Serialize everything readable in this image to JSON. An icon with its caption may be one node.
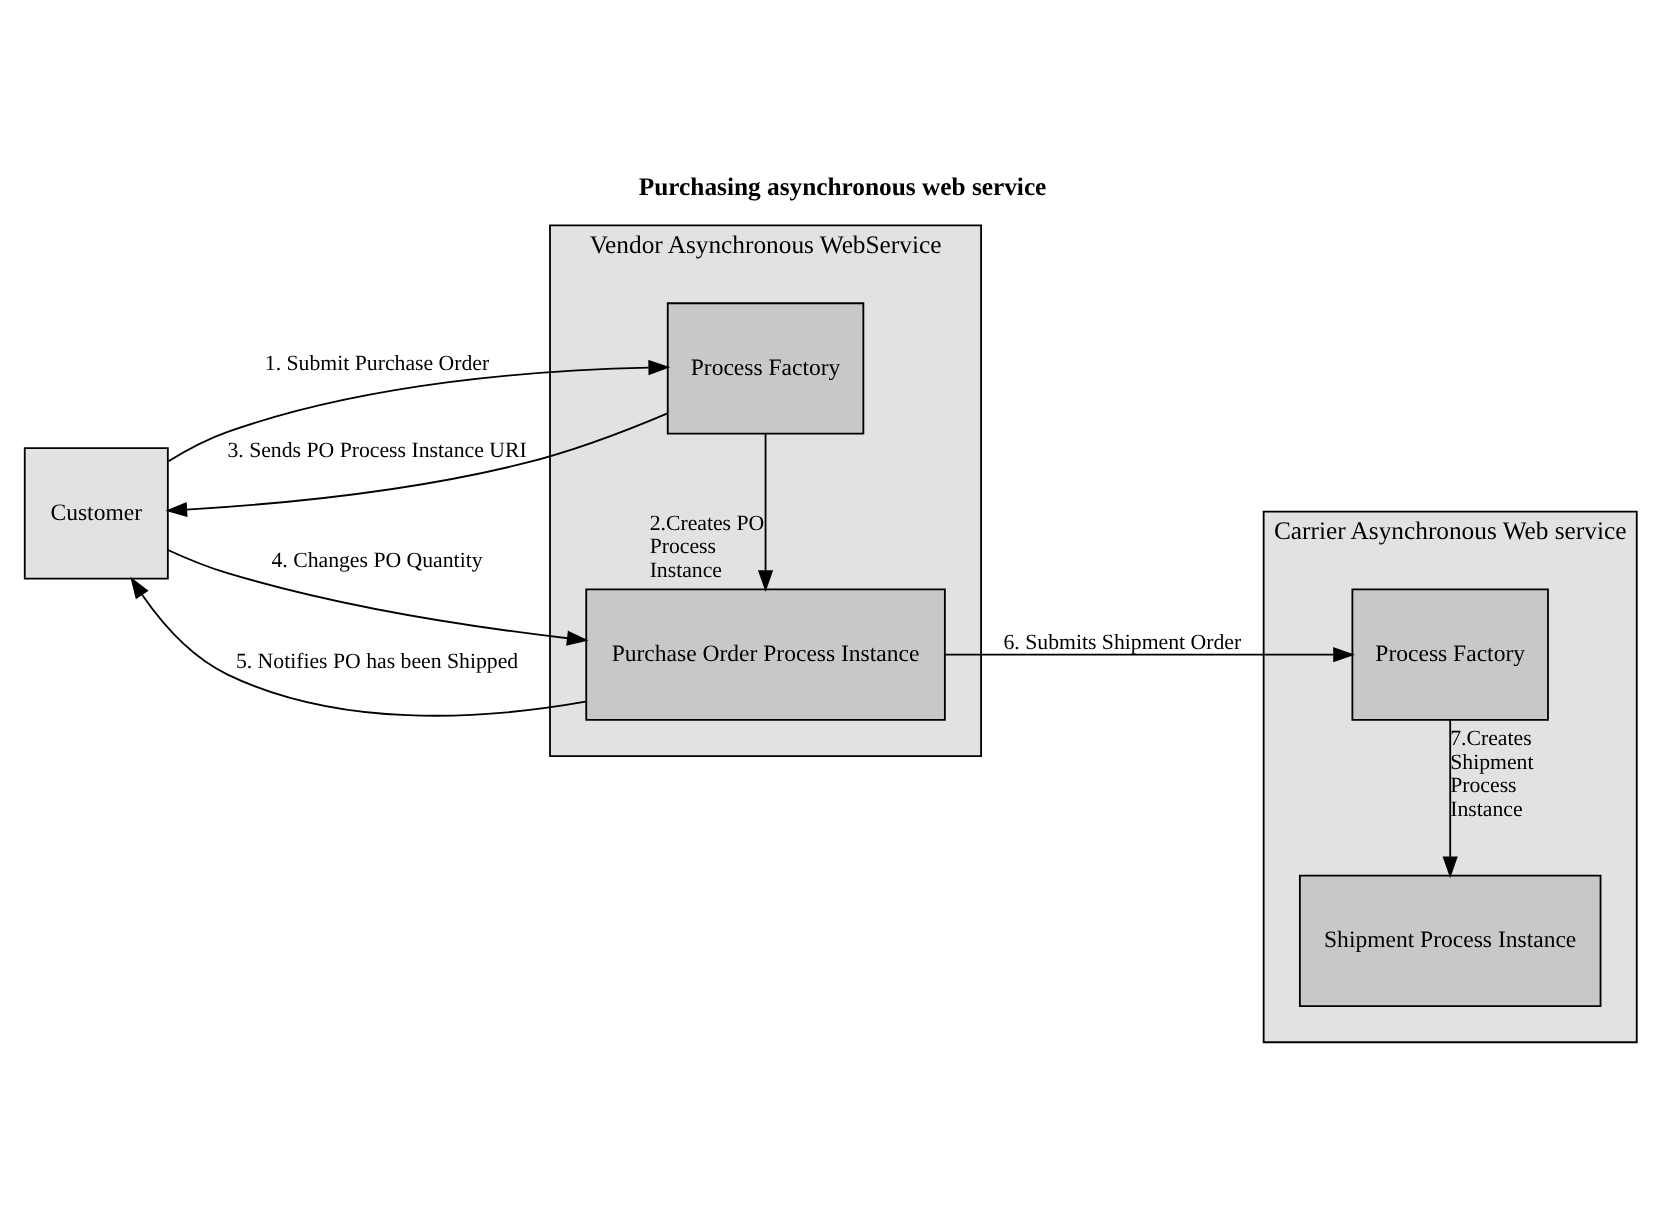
{
  "diagram": {
    "title": "Purchasing asynchronous web service",
    "nodes": [
      {
        "text": [
          "Customer"
        ]
      },
      {
        "text": [
          "Vendor Asynchronous WebService"
        ]
      },
      {
        "text": [
          "Process Factory"
        ],
        "in": 1
      },
      {
        "text": [
          "Purchase Order Process Instance"
        ],
        "in": 1
      },
      {
        "text": [
          "Carrier Asynchronous Web service"
        ]
      },
      {
        "text": [
          "Process Factory"
        ],
        "in": 4
      },
      {
        "text": [
          "Shipment Process Instance"
        ],
        "in": 4
      }
    ],
    "edges": [
      {
        "from": 0,
        "to": 2,
        "arrow": "to",
        "label": "1. Submit Purchase Order"
      },
      {
        "from": 2,
        "to": 3,
        "arrow": "to",
        "label": "2.Creates PO Process Instance"
      },
      {
        "from": 2,
        "to": 0,
        "arrow": "to",
        "label": "3. Sends PO Process Instance URI"
      },
      {
        "from": 0,
        "to": 3,
        "arrow": "to",
        "label": "4. Changes PO Quantity"
      },
      {
        "from": 3,
        "to": 0,
        "arrow": "to",
        "label": "5. Notifies PO has been Shipped"
      },
      {
        "from": 3,
        "to": 5,
        "arrow": "to",
        "label": "6. Submits Shipment Order"
      },
      {
        "from": 5,
        "to": 6,
        "arrow": "to",
        "label": "7.Creates Shipment Process Instance"
      }
    ]
  }
}
